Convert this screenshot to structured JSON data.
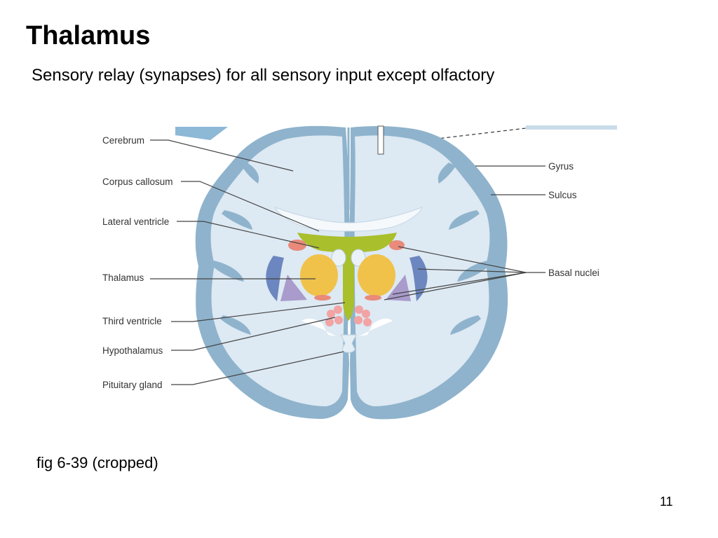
{
  "slide": {
    "title": "Thalamus",
    "subtitle": "Sensory relay (synapses) for all sensory input except olfactory",
    "caption": "fig 6-39 (cropped)",
    "page_number": "11"
  },
  "figure": {
    "labels_left": [
      {
        "id": "cerebrum",
        "text": "Cerebrum"
      },
      {
        "id": "corpus-callosum",
        "text": "Corpus callosum"
      },
      {
        "id": "lateral-ventricle",
        "text": "Lateral ventricle"
      },
      {
        "id": "thalamus",
        "text": "Thalamus"
      },
      {
        "id": "third-ventricle",
        "text": "Third ventricle"
      },
      {
        "id": "hypothalamus",
        "text": "Hypothalamus"
      },
      {
        "id": "pituitary-gland",
        "text": "Pituitary gland"
      }
    ],
    "labels_right": [
      {
        "id": "gyrus",
        "text": "Gyrus"
      },
      {
        "id": "sulcus",
        "text": "Sulcus"
      },
      {
        "id": "basal-nuclei",
        "text": "Basal nuclei"
      }
    ],
    "colors": {
      "cortex_outer": "#8fb3cc",
      "white_matter": "#dde9f3",
      "ventricle": "#a9bf2c",
      "thalamus": "#f0c24a",
      "basal_nuclei_blue": "#6c86bf",
      "basal_nuclei_purple": "#a99bcb",
      "red_nuclei": "#e98a7a",
      "hypothalamus": "#f2a3a3"
    }
  }
}
